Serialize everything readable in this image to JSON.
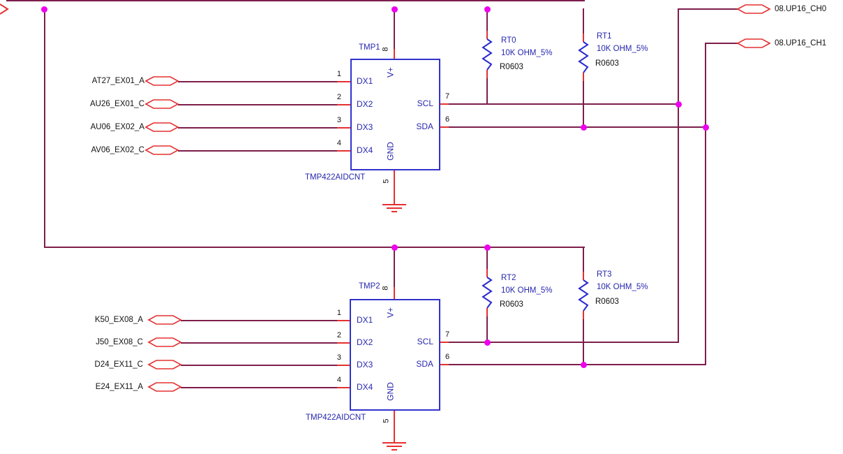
{
  "components": {
    "tmp1": {
      "refdes": "TMP1",
      "part_number": "TMP422AIDCNT",
      "pins": {
        "dx1": {
          "num": "1",
          "name": "DX1"
        },
        "dx2": {
          "num": "2",
          "name": "DX2"
        },
        "dx3": {
          "num": "3",
          "name": "DX3"
        },
        "dx4": {
          "num": "4",
          "name": "DX4"
        },
        "scl": {
          "num": "7",
          "name": "SCL"
        },
        "sda": {
          "num": "6",
          "name": "SDA"
        },
        "vplus": {
          "num": "8",
          "name": "V+"
        },
        "gnd": {
          "num": "5",
          "name": "GND"
        }
      }
    },
    "tmp2": {
      "refdes": "TMP2",
      "part_number": "TMP422AIDCNT",
      "pins": {
        "dx1": {
          "num": "1",
          "name": "DX1"
        },
        "dx2": {
          "num": "2",
          "name": "DX2"
        },
        "dx3": {
          "num": "3",
          "name": "DX3"
        },
        "dx4": {
          "num": "4",
          "name": "DX4"
        },
        "scl": {
          "num": "7",
          "name": "SCL"
        },
        "sda": {
          "num": "6",
          "name": "SDA"
        },
        "vplus": {
          "num": "8",
          "name": "V+"
        },
        "gnd": {
          "num": "5",
          "name": "GND"
        }
      }
    },
    "rt0": {
      "refdes": "RT0",
      "value": "10K OHM_5%",
      "footprint": "R0603"
    },
    "rt1": {
      "refdes": "RT1",
      "value": "10K OHM_5%",
      "footprint": "R0603"
    },
    "rt2": {
      "refdes": "RT2",
      "value": "10K OHM_5%",
      "footprint": "R0603"
    },
    "rt3": {
      "refdes": "RT3",
      "value": "10K OHM_5%",
      "footprint": "R0603"
    }
  },
  "nets": {
    "inputs_top": [
      "AT27_EX01_A",
      "AU26_EX01_C",
      "AU06_EX02_A",
      "AV06_EX02_C"
    ],
    "inputs_bottom": [
      "K50_EX08_A",
      "J50_EX08_C",
      "D24_EX11_C",
      "E24_EX11_A"
    ],
    "offpage_right": [
      "08.UP16_CH0",
      "08.UP16_CH1"
    ]
  },
  "colors": {
    "wire": "#7D1E4B",
    "pin_stub": "#E53030",
    "symbol_blue": "#3232CD",
    "label_blue": "#2727AE",
    "junction": "#EE00EE",
    "net_text": "#111111",
    "background": "#FFFFFF"
  }
}
